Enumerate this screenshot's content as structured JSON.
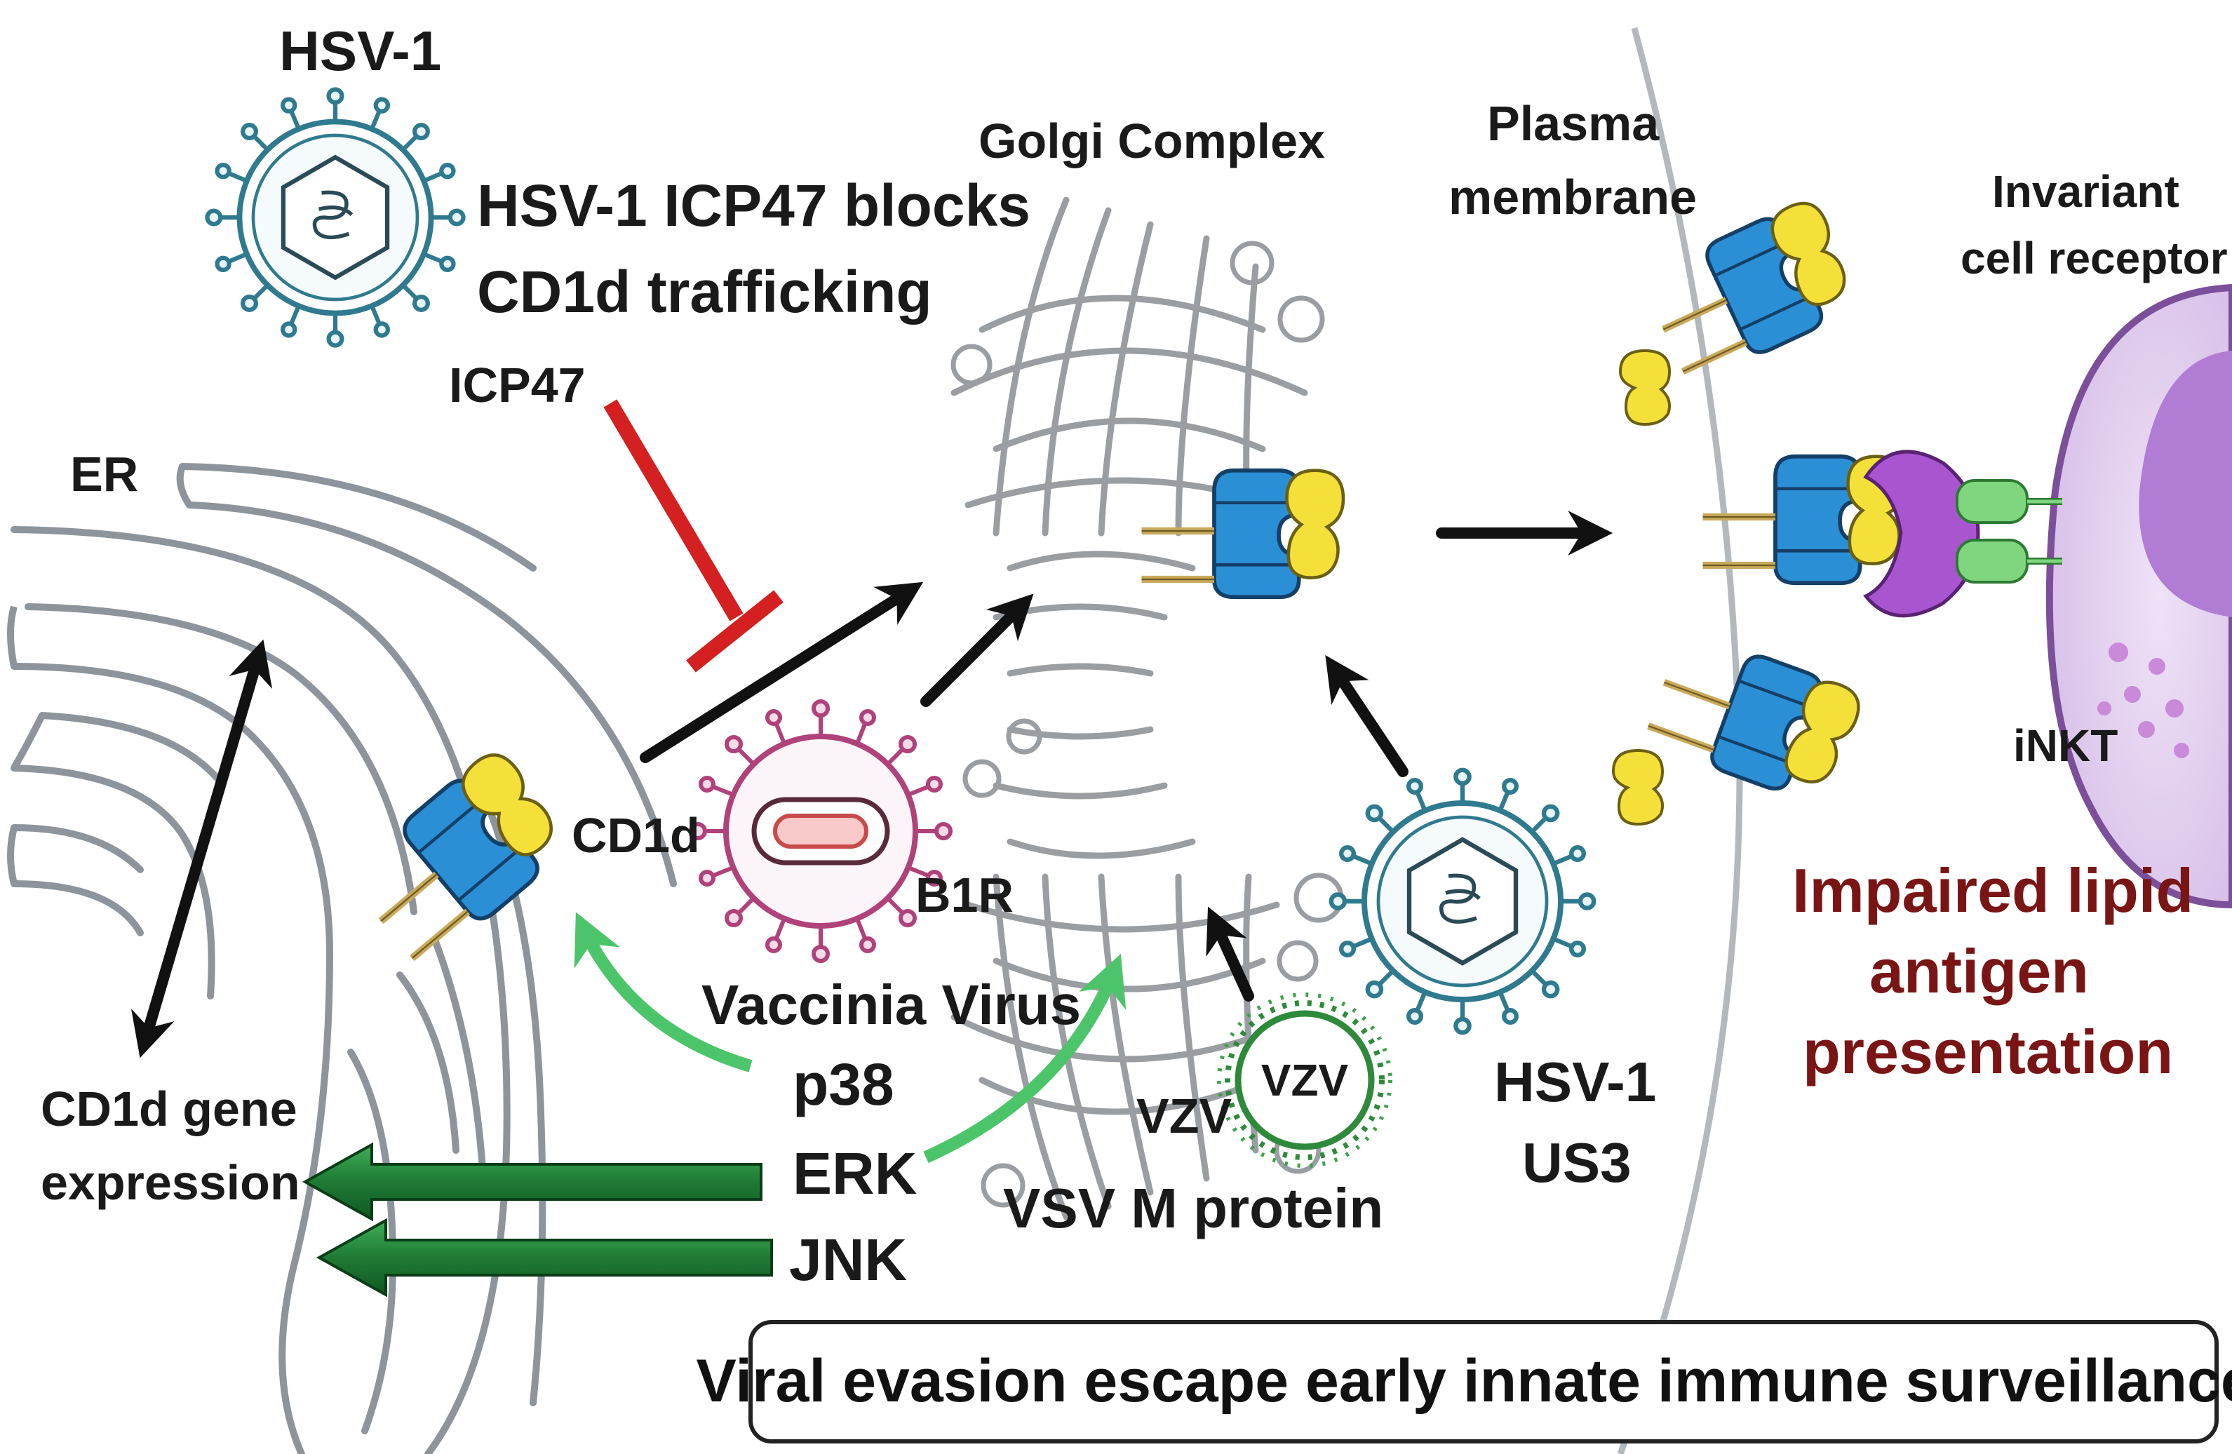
{
  "labels": {
    "hsv1_top": "HSV-1",
    "icp47_blocks_line1": "HSV-1 ICP47 blocks",
    "icp47_blocks_line2": "CD1d trafficking",
    "icp47": "ICP47",
    "er": "ER",
    "golgi": "Golgi Complex",
    "plasma_line1": "Plasma",
    "plasma_line2": "membrane",
    "invariant_line1": "Invariant",
    "invariant_line2": "cell receptor",
    "inkt": "iNKT",
    "cd1d": "CD1d",
    "b1r": "B1R",
    "vaccinia": "Vaccinia Virus",
    "p38": "p38",
    "erk": "ERK",
    "jnk": "JNK",
    "cd1d_gene_line1": "CD1d gene",
    "cd1d_gene_line2": "expression",
    "vzv": "VZV",
    "vzv_badge": "VZV",
    "vsv": "VSV M protein",
    "hsv1_us3_line1": "HSV-1",
    "hsv1_us3_line2": "US3",
    "impaired_line1": "Impaired lipid",
    "impaired_line2": "antigen",
    "impaired_line3": "presentation",
    "banner": "Viral evasion escape early innate immune surveillance."
  },
  "colors": {
    "cd1d_blue": "#2b8fd6",
    "lipid_yellow": "#f5e03a",
    "inhibit_red": "#d42020",
    "signal_green": "#1f8a3a",
    "arrow_light_green": "#4cc56a",
    "tcr_green": "#7fd67f",
    "tcr_purple": "#a955d0",
    "inkt_cell": "#e6d4f0",
    "inkt_nucleus": "#b07cd4",
    "impaired_text": "#7a1515",
    "hsv_teal": "#2f7a8f",
    "vaccinia_pink": "#b0427a",
    "vzv_green": "#2e8a3a"
  }
}
